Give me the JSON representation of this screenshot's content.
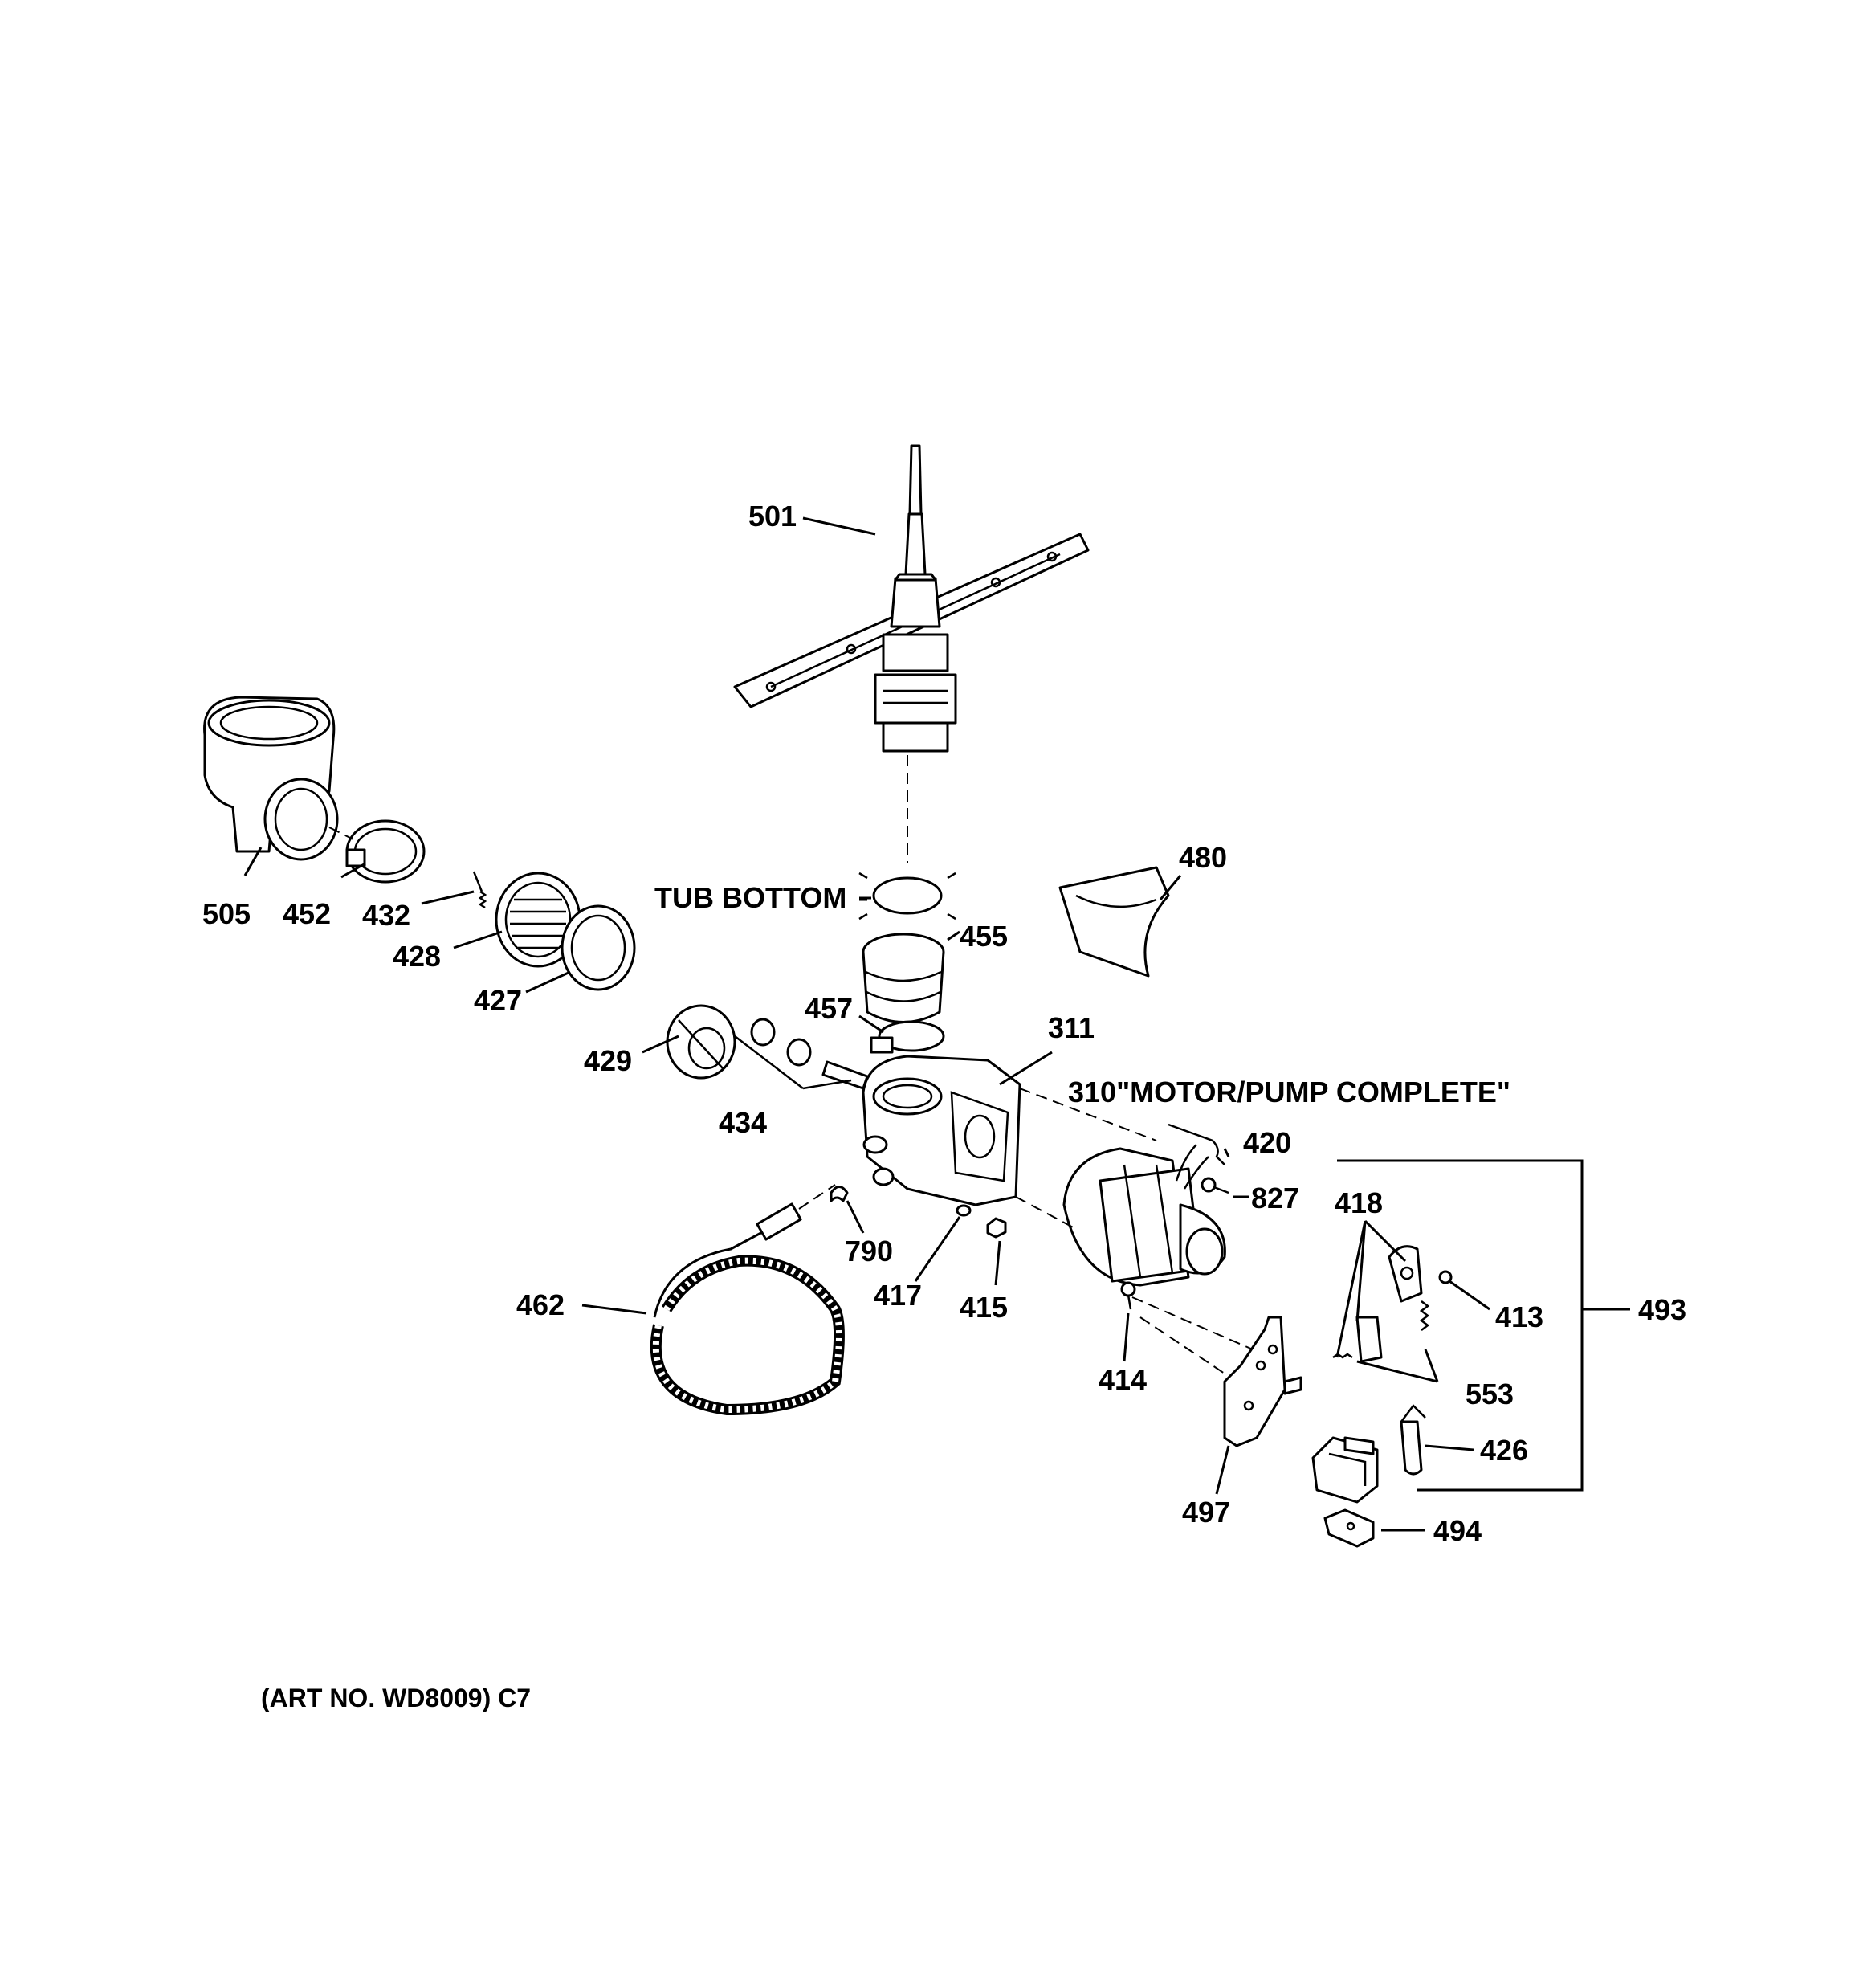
{
  "labels": {
    "501": "501",
    "505": "505",
    "452": "452",
    "432": "432",
    "428": "428",
    "427": "427",
    "429": "429",
    "434": "434",
    "455": "455",
    "457": "457",
    "480": "480",
    "311": "311",
    "420": "420",
    "827": "827",
    "418": "418",
    "413": "413",
    "493": "493",
    "553": "553",
    "426": "426",
    "494": "494",
    "497": "497",
    "414": "414",
    "415": "415",
    "417": "417",
    "790": "790",
    "462": "462"
  },
  "captions": {
    "tub_bottom": "TUB BOTTOM",
    "motor_pump": "310\"MOTOR/PUMP COMPLETE\"",
    "art_no": "(ART NO. WD8009) C7"
  }
}
